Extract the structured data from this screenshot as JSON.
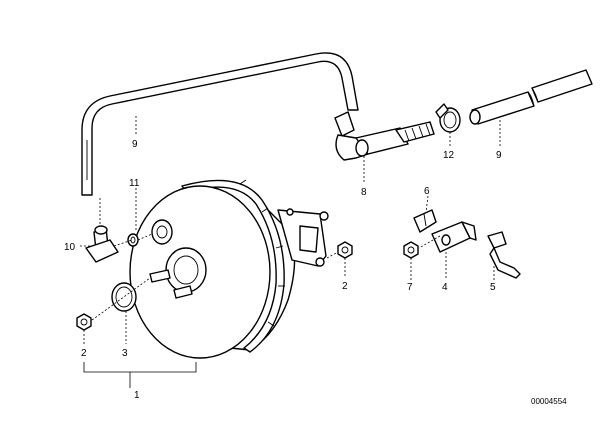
{
  "diagram": {
    "catalog_number": "00004554",
    "callouts": {
      "c1": "1",
      "c2_left": "2",
      "c2_right": "2",
      "c3": "3",
      "c4": "4",
      "c5": "5",
      "c6": "6",
      "c7": "7",
      "c8": "8",
      "c9_left": "9",
      "c9_right": "9",
      "c10": "10",
      "c11": "11",
      "c12": "12"
    },
    "colors": {
      "line": "#000000",
      "background": "#ffffff"
    }
  }
}
